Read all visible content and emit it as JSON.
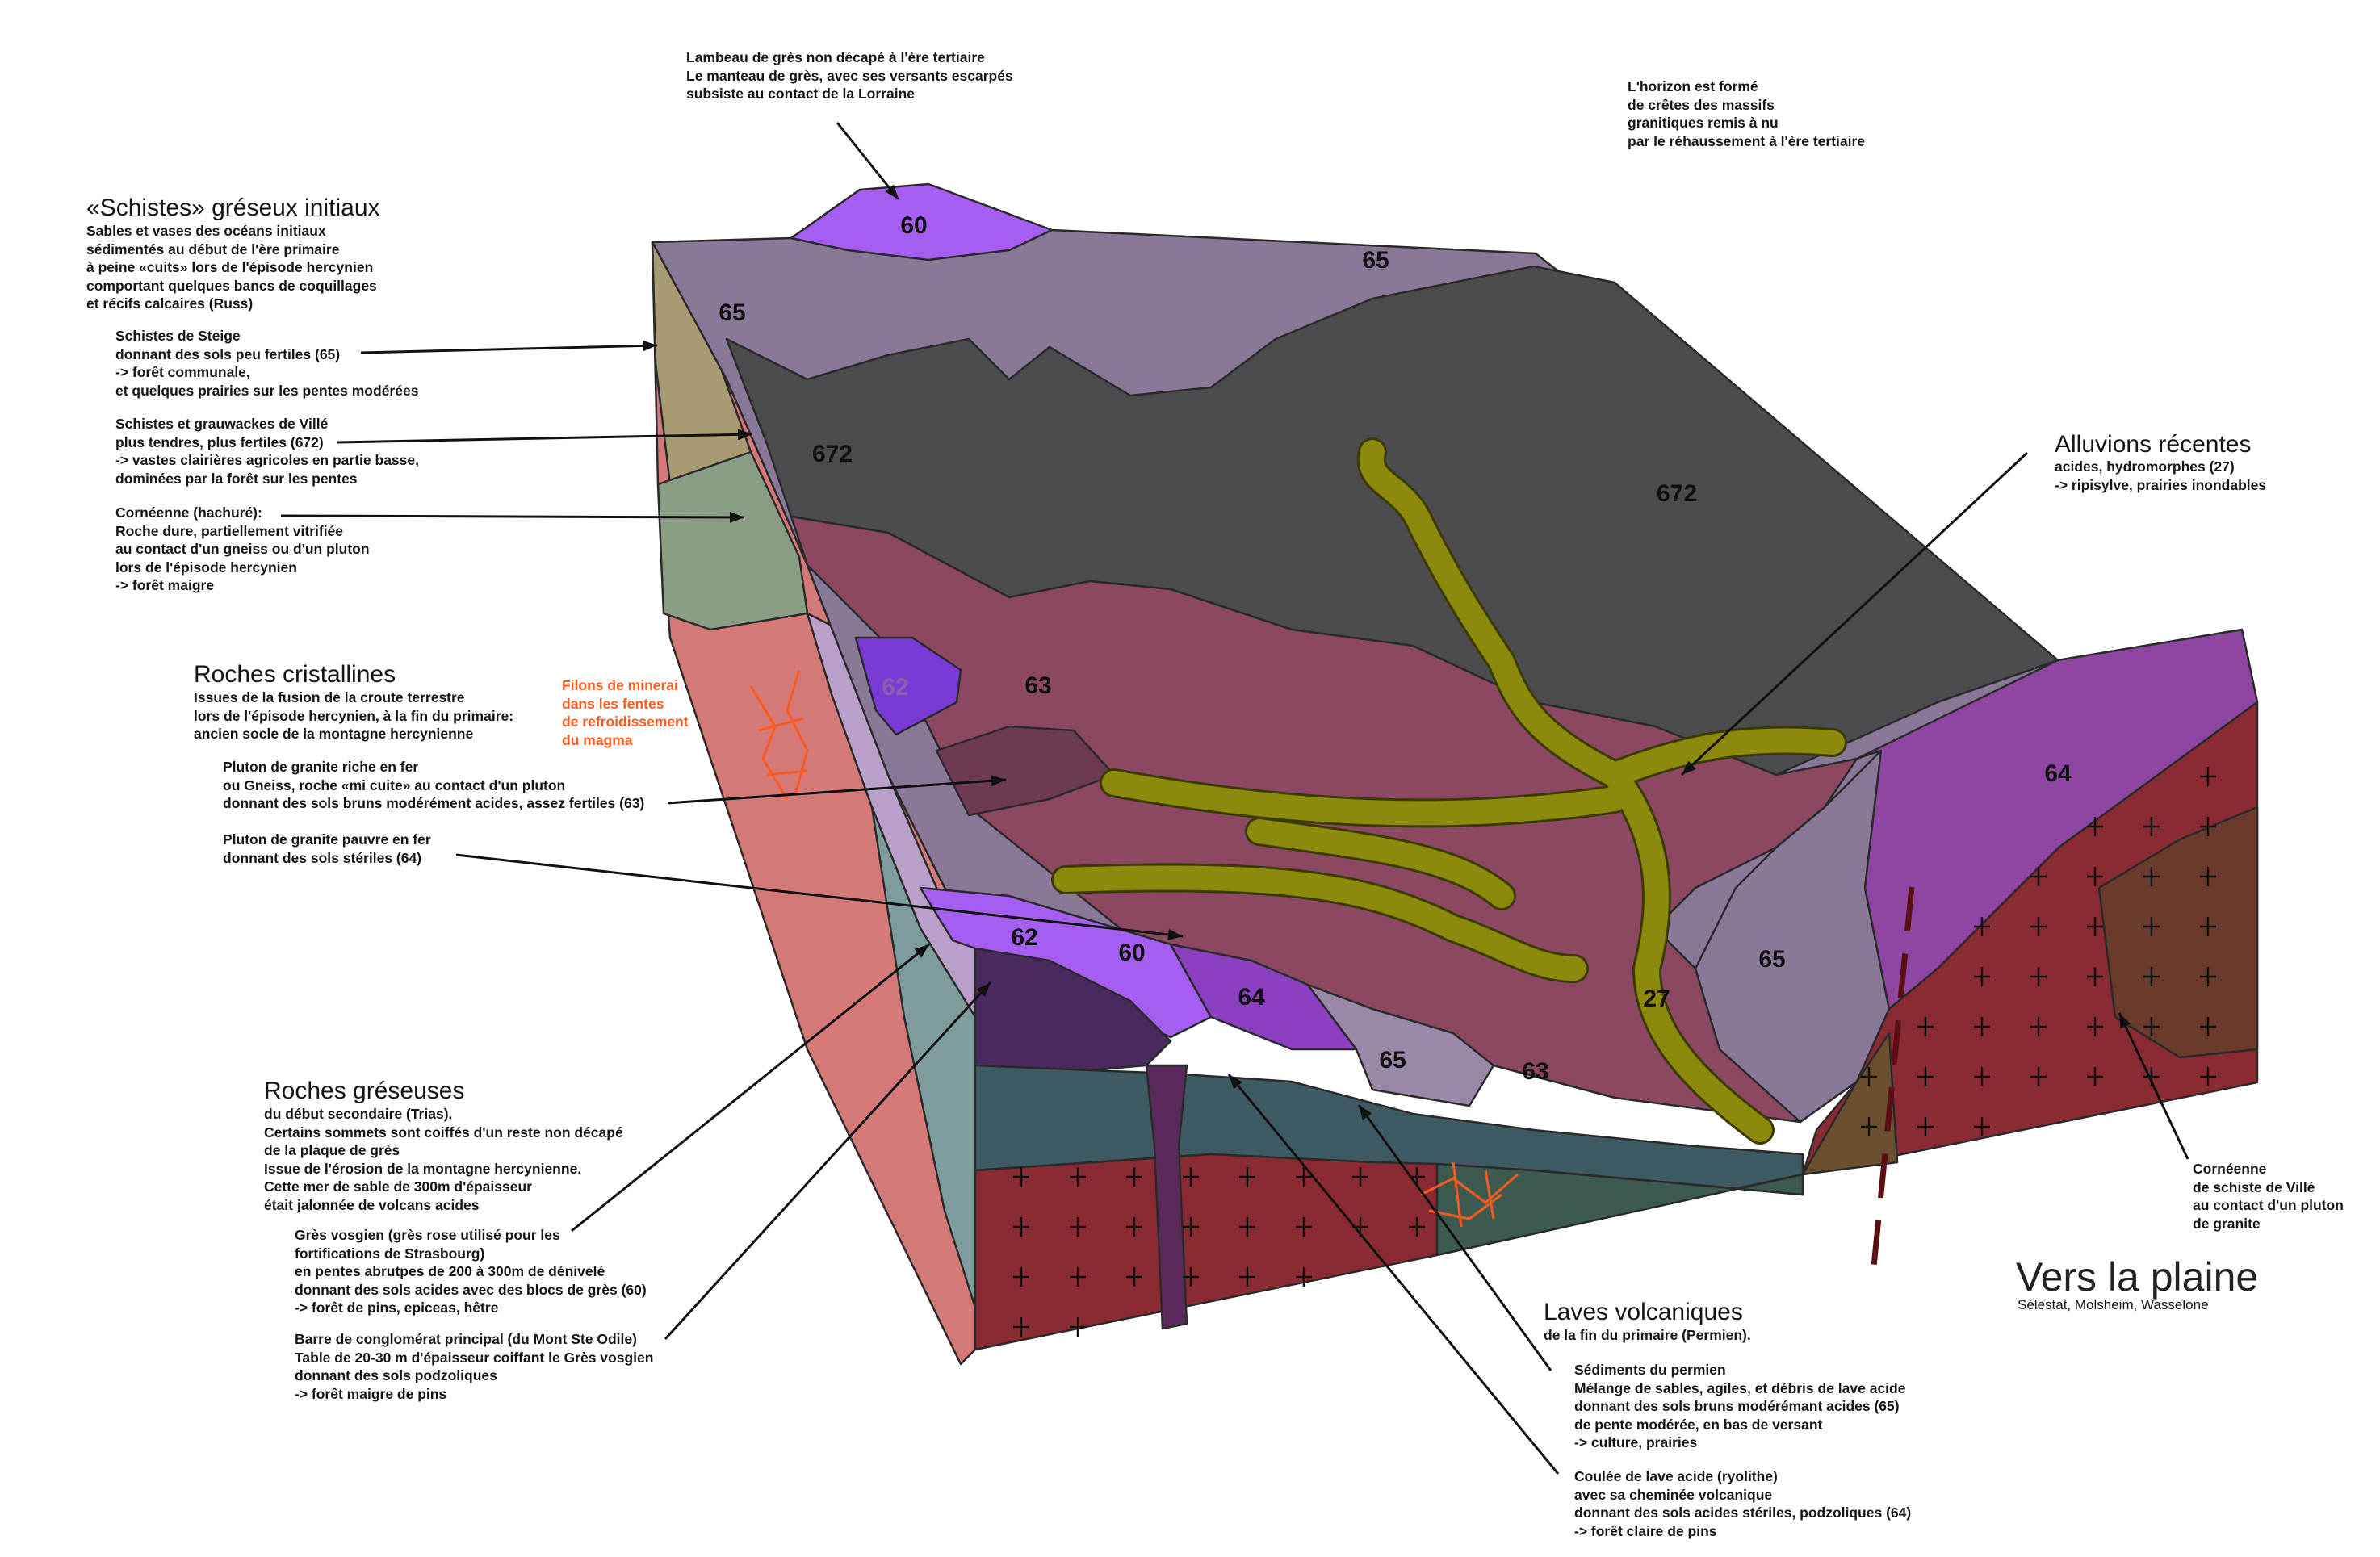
{
  "layer_labels": [
    "60",
    "65",
    "65",
    "672",
    "672",
    "62",
    "63",
    "64",
    "62",
    "60",
    "64",
    "65",
    "63",
    "27",
    "65"
  ],
  "top_note": [
    "Lambeau de grès non décapé à l'ère tertiaire",
    "Le manteau de grès, avec ses versants escarpés",
    "subsiste au contact de la Lorraine"
  ],
  "horizon_note": [
    "L'horizon est formé",
    "de crêtes des massifs",
    "granitiques remis à nu",
    "par le réhaussement à l'ère tertiaire"
  ],
  "schistes": {
    "title": "«Schistes» gréseux initiaux",
    "body": [
      "Sables et vases des océans initiaux",
      "sédimentés au début de l'ère primaire",
      "à peine «cuits» lors de l'épisode hercynien",
      "comportant quelques bancs de coquillages",
      "et récifs calcaires (Russ)"
    ],
    "steige": [
      "Schistes de Steige",
      "donnant des sols peu fertiles (65)",
      "-> forêt communale,",
      "et quelques prairies sur les pentes modérées"
    ],
    "ville": [
      "Schistes et grauwackes de Villé",
      "plus tendres, plus fertiles (672)",
      "-> vastes clairières agricoles en partie basse,",
      "dominées par la forêt sur les pentes"
    ],
    "corneenne": [
      "Cornéenne (hachuré):",
      "Roche dure, partiellement vitrifiée",
      "au contact d'un gneiss ou d'un pluton",
      "lors de l'épisode hercynien",
      "-> forêt maigre"
    ]
  },
  "cristallines": {
    "title": "Roches cristallines",
    "body": [
      "Issues de la fusion de la croute terrestre",
      "lors de l'épisode hercynien, à la fin du primaire:",
      "ancien socle de la montagne hercynienne"
    ],
    "filons": [
      "Filons de minerai",
      "dans les fentes",
      "de refroidissement",
      "du magma"
    ],
    "riche": [
      "Pluton de granite riche en fer",
      "ou Gneiss, roche «mi cuite» au contact d'un pluton",
      "donnant des sols bruns modérément acides, assez fertiles (63)"
    ],
    "pauvre": [
      "Pluton de granite pauvre en fer",
      "donnant des sols stériles (64)"
    ]
  },
  "greseuses": {
    "title": "Roches gréseuses",
    "body": [
      "du début secondaire (Trias).",
      "Certains sommets sont coiffés d'un reste non décapé",
      "de la plaque de grès",
      "Issue de l'érosion de la montagne hercynienne.",
      "Cette mer de sable de 300m d'épaisseur",
      "était jalonnée de volcans acides"
    ],
    "vosgien": [
      "Grès vosgien (grès rose utilisé pour les",
      "fortifications de Strasbourg)",
      "en pentes abrutpes de 200 à 300m de dénivelé",
      "donnant des sols acides avec des blocs de grès (60)",
      "-> forêt de pins, epiceas, hêtre"
    ],
    "barre": [
      "Barre de conglomérat principal (du Mont Ste Odile)",
      "Table de 20-30 m d'épaisseur coiffant le Grès vosgien",
      "donnant des sols podzoliques",
      "-> forêt maigre de pins"
    ]
  },
  "laves": {
    "title": "Laves volcaniques",
    "subtitle": "de la fin du primaire (Permien).",
    "sediments": [
      "Sédiments du permien",
      "Mélange de sables, agiles, et débris de lave acide",
      "donnant des sols bruns modérémant acides (65)",
      "de pente modérée, en bas de versant",
      "-> culture, prairies"
    ],
    "coulee": [
      "Coulée de lave acide (ryolithe)",
      "avec sa cheminée volcanique",
      "donnant des sols acides stériles, podzoliques (64)",
      "-> forêt claire de pins"
    ]
  },
  "alluvions": {
    "title": "Alluvions récentes",
    "body": [
      "acides, hydromorphes (27)",
      "-> ripisylve, prairies inondables"
    ]
  },
  "corneenne_right": [
    "Cornéenne",
    "de schiste de Villé",
    "au contact d'un pluton",
    "de granite"
  ],
  "plaine": {
    "title": "Vers la plaine",
    "subtitle": "Sélestat, Molsheim, Wasselone"
  },
  "colors": {
    "gres_60": "#a65ef2",
    "schiste_65": "#8a7898",
    "ville_672": "#4c4c4e",
    "granite_63": "#8c4862",
    "granite_64": "#8e46a2",
    "alluvions_27": "#8b8a0c",
    "granite_face": "#8a2a33",
    "left_face": "#d47878",
    "filons": "#ff5a1e"
  }
}
